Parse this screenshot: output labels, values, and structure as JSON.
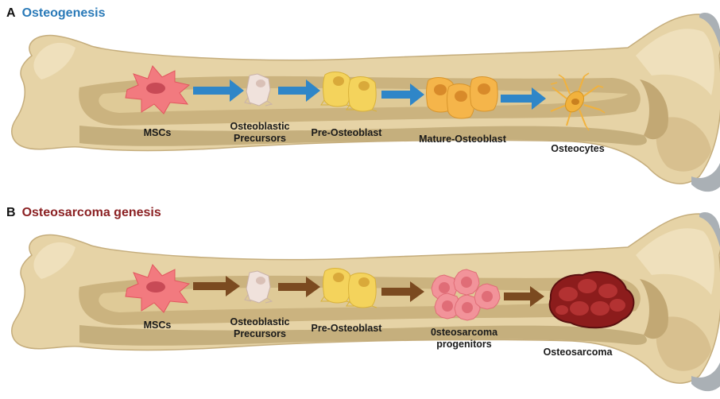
{
  "colors": {
    "osteogenesis_title": "#2a7ab8",
    "osteosarcoma_title": "#8b2123",
    "blue_arrow": "#2f86c8",
    "brown_arrow": "#7b4a20",
    "bone_outer": "#e6d3a6",
    "bone_inner": "#cbb37f",
    "msc": "#f27a7f",
    "precursor": "#f0e2dc",
    "pre_osteoblast": "#f4d35c",
    "mature_osteoblast": "#f5b54a",
    "osteocyte": "#f2b23c",
    "progenitor": "#f2939a",
    "tumor": "#a3211f"
  },
  "panel_a": {
    "letter": "A",
    "title": "Osteogenesis",
    "stages": {
      "msc": "MSCs",
      "precursor_1": "Osteoblastic",
      "precursor_2": "Precursors",
      "pre_osteoblast": "Pre-Osteoblast",
      "mature": "Mature-Osteoblast",
      "osteocytes": "Osteocytes"
    }
  },
  "panel_b": {
    "letter": "B",
    "title": "Osteosarcoma genesis",
    "stages": {
      "msc": "MSCs",
      "precursor_1": "Osteoblastic",
      "precursor_2": "Precursors",
      "pre_osteoblast": "Pre-Osteoblast",
      "progenitor_1": "0steosarcoma",
      "progenitor_2": "progenitors",
      "osteosarcoma": "Osteosarcoma"
    }
  }
}
